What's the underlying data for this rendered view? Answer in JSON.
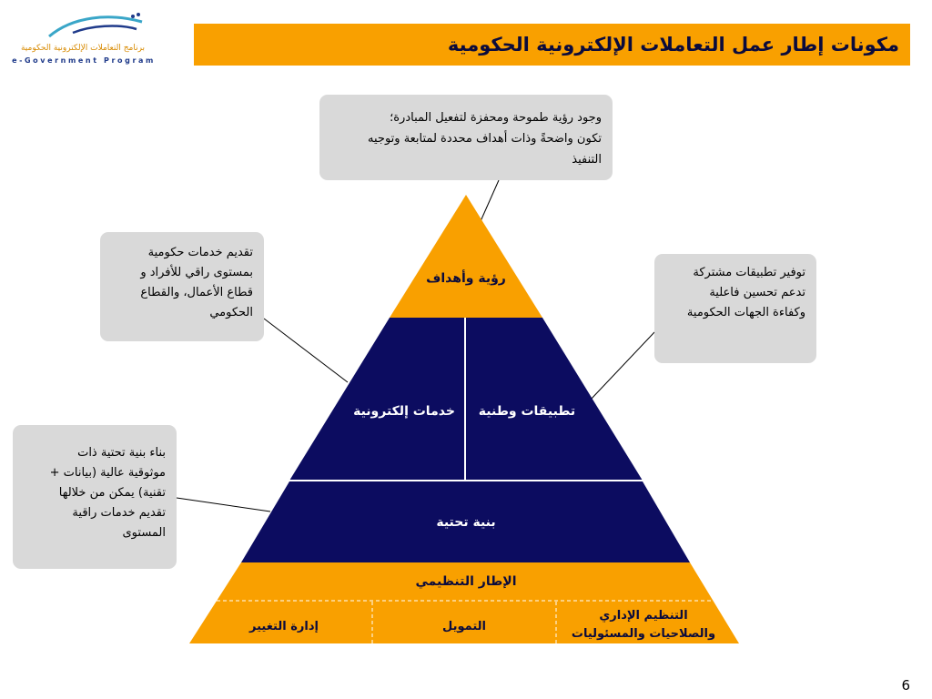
{
  "logo": {
    "arabic": "برنامج التعاملات الإلكترونية الحكومية",
    "english": "e-Government Program"
  },
  "title": "مكونات إطار عمل التعاملات الإلكترونية الحكومية",
  "callouts": {
    "top": "وجود رؤية طموحة ومحفزة لتفعيل المبادرة؛\nتكون واضحةً وذات أهداف محددة لمتابعة وتوجيه\nالتنفيذ",
    "left_top": "تقديم خدمات حكومية\nبمستوى راقي للأفراد و\nقطاع الأعمال، والقطاع\nالحكومي",
    "right": "توفير تطبيقات مشتركة\nتدعم تحسين فاعلية\nوكفاءة الجهات الحكومية",
    "left_bottom": "بناء بنية تحتية ذات\nموثوقية عالية (بيانات +\nتقنية) يمكن من خلالها\nتقديم خدمات راقية\nالمستوى"
  },
  "pyramid": {
    "apex": "رؤية وأهداف",
    "middle_left": "خدمات إلكترونية",
    "middle_right": "تطبيقات وطنية",
    "base": "بنية تحتية",
    "foundation_header": "الإطار التنظيمي",
    "foundation_items": [
      "إدارة التغيير",
      "التمويل",
      "التنظيم الإداري",
      "والصلاحيات والمسئوليات"
    ]
  },
  "colors": {
    "orange": "#f9a000",
    "navy": "#0c0c60",
    "callout_gray": "#d9d9d9",
    "title_text": "#0b0b3c"
  },
  "page_number": "6"
}
